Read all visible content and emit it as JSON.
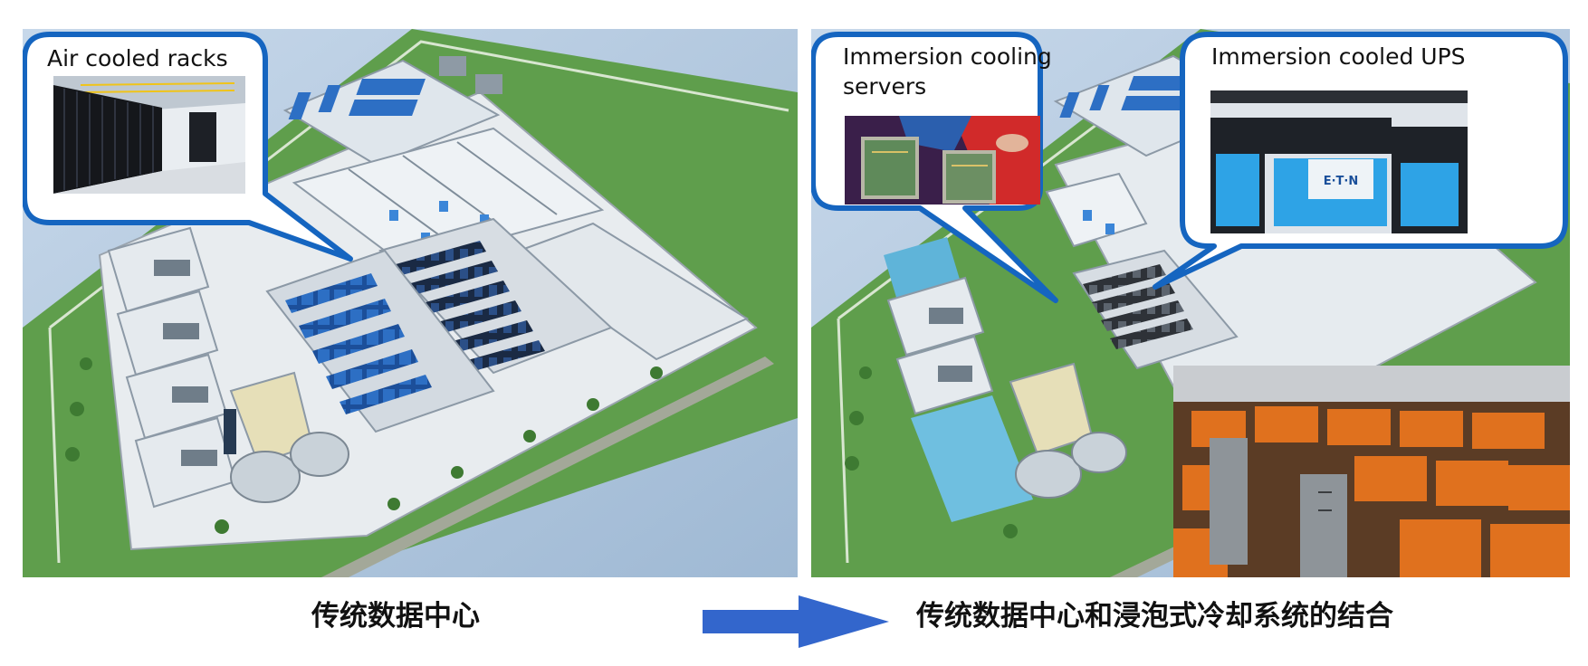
{
  "left_panel": {
    "bubble_label": "Air cooled racks",
    "caption": "传统数据中心"
  },
  "right_panel": {
    "bubble_servers_label": "Immersion cooling\nservers",
    "bubble_ups_label": "Immersion cooled UPS",
    "caption": "传统数据中心和浸泡式冷却系统的结合",
    "ups_photo_logo": "E·T·N"
  },
  "colors": {
    "bubble_border": "#1565c0",
    "arrow": "#3366cc",
    "lawn": "#5f9e4c",
    "sky": "#b9cde2"
  }
}
